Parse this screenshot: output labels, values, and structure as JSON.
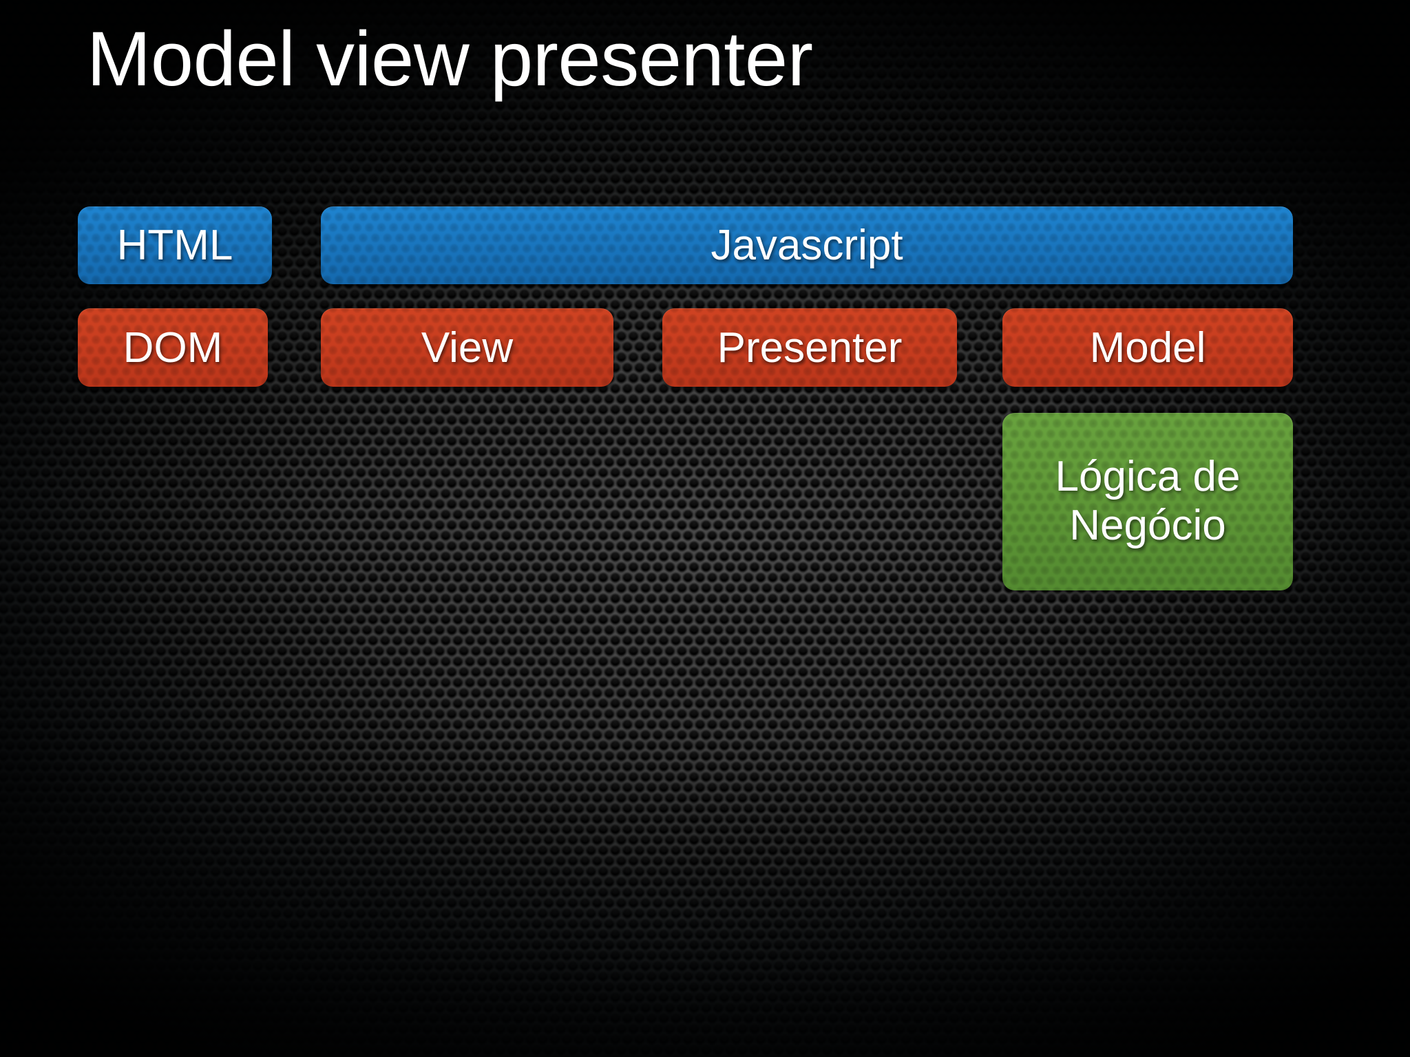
{
  "slide": {
    "title": "Model view presenter",
    "background": {
      "style": "perforated-metal-mesh",
      "base_color": "#0a0c0d",
      "highlight_color": "#4a4a4a"
    }
  },
  "diagram": {
    "rows": [
      {
        "name": "technology-row",
        "nodes": [
          {
            "id": "html",
            "label": "HTML",
            "color": "#1a77c0",
            "kind": "blue"
          },
          {
            "id": "javascript",
            "label": "Javascript",
            "color": "#1a77c0",
            "kind": "blue"
          }
        ]
      },
      {
        "name": "component-row",
        "nodes": [
          {
            "id": "dom",
            "label": "DOM",
            "color": "#c83d1f",
            "kind": "red"
          },
          {
            "id": "view",
            "label": "View",
            "color": "#c83d1f",
            "kind": "red"
          },
          {
            "id": "presenter",
            "label": "Presenter",
            "color": "#c83d1f",
            "kind": "red"
          },
          {
            "id": "model",
            "label": "Model",
            "color": "#c83d1f",
            "kind": "red"
          }
        ]
      },
      {
        "name": "domain-row",
        "nodes": [
          {
            "id": "logica-negocio",
            "label_line1": "Lógica de",
            "label_line2": "Negócio",
            "color": "#5f9737",
            "kind": "green"
          }
        ]
      }
    ]
  }
}
